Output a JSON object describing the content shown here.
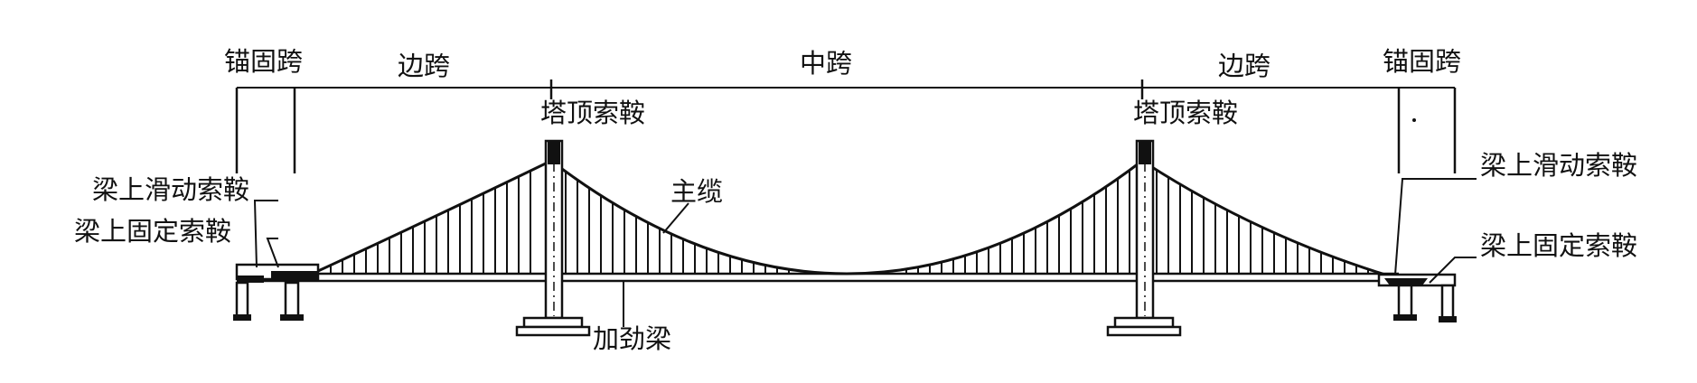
{
  "spans": {
    "anchor_left": "锚固跨",
    "side_left": "边跨",
    "main": "中跨",
    "side_right": "边跨",
    "anchor_right": "锚固跨"
  },
  "labels": {
    "tower_saddle_left": "塔顶索鞍",
    "tower_saddle_right": "塔顶索鞍",
    "main_cable": "主缆",
    "stiffening_girder": "加劲梁",
    "sliding_saddle_left": "梁上滑动索鞍",
    "fixed_saddle_left": "梁上固定索鞍",
    "sliding_saddle_right": "梁上滑动索鞍",
    "fixed_saddle_right": "梁上固定索鞍"
  }
}
